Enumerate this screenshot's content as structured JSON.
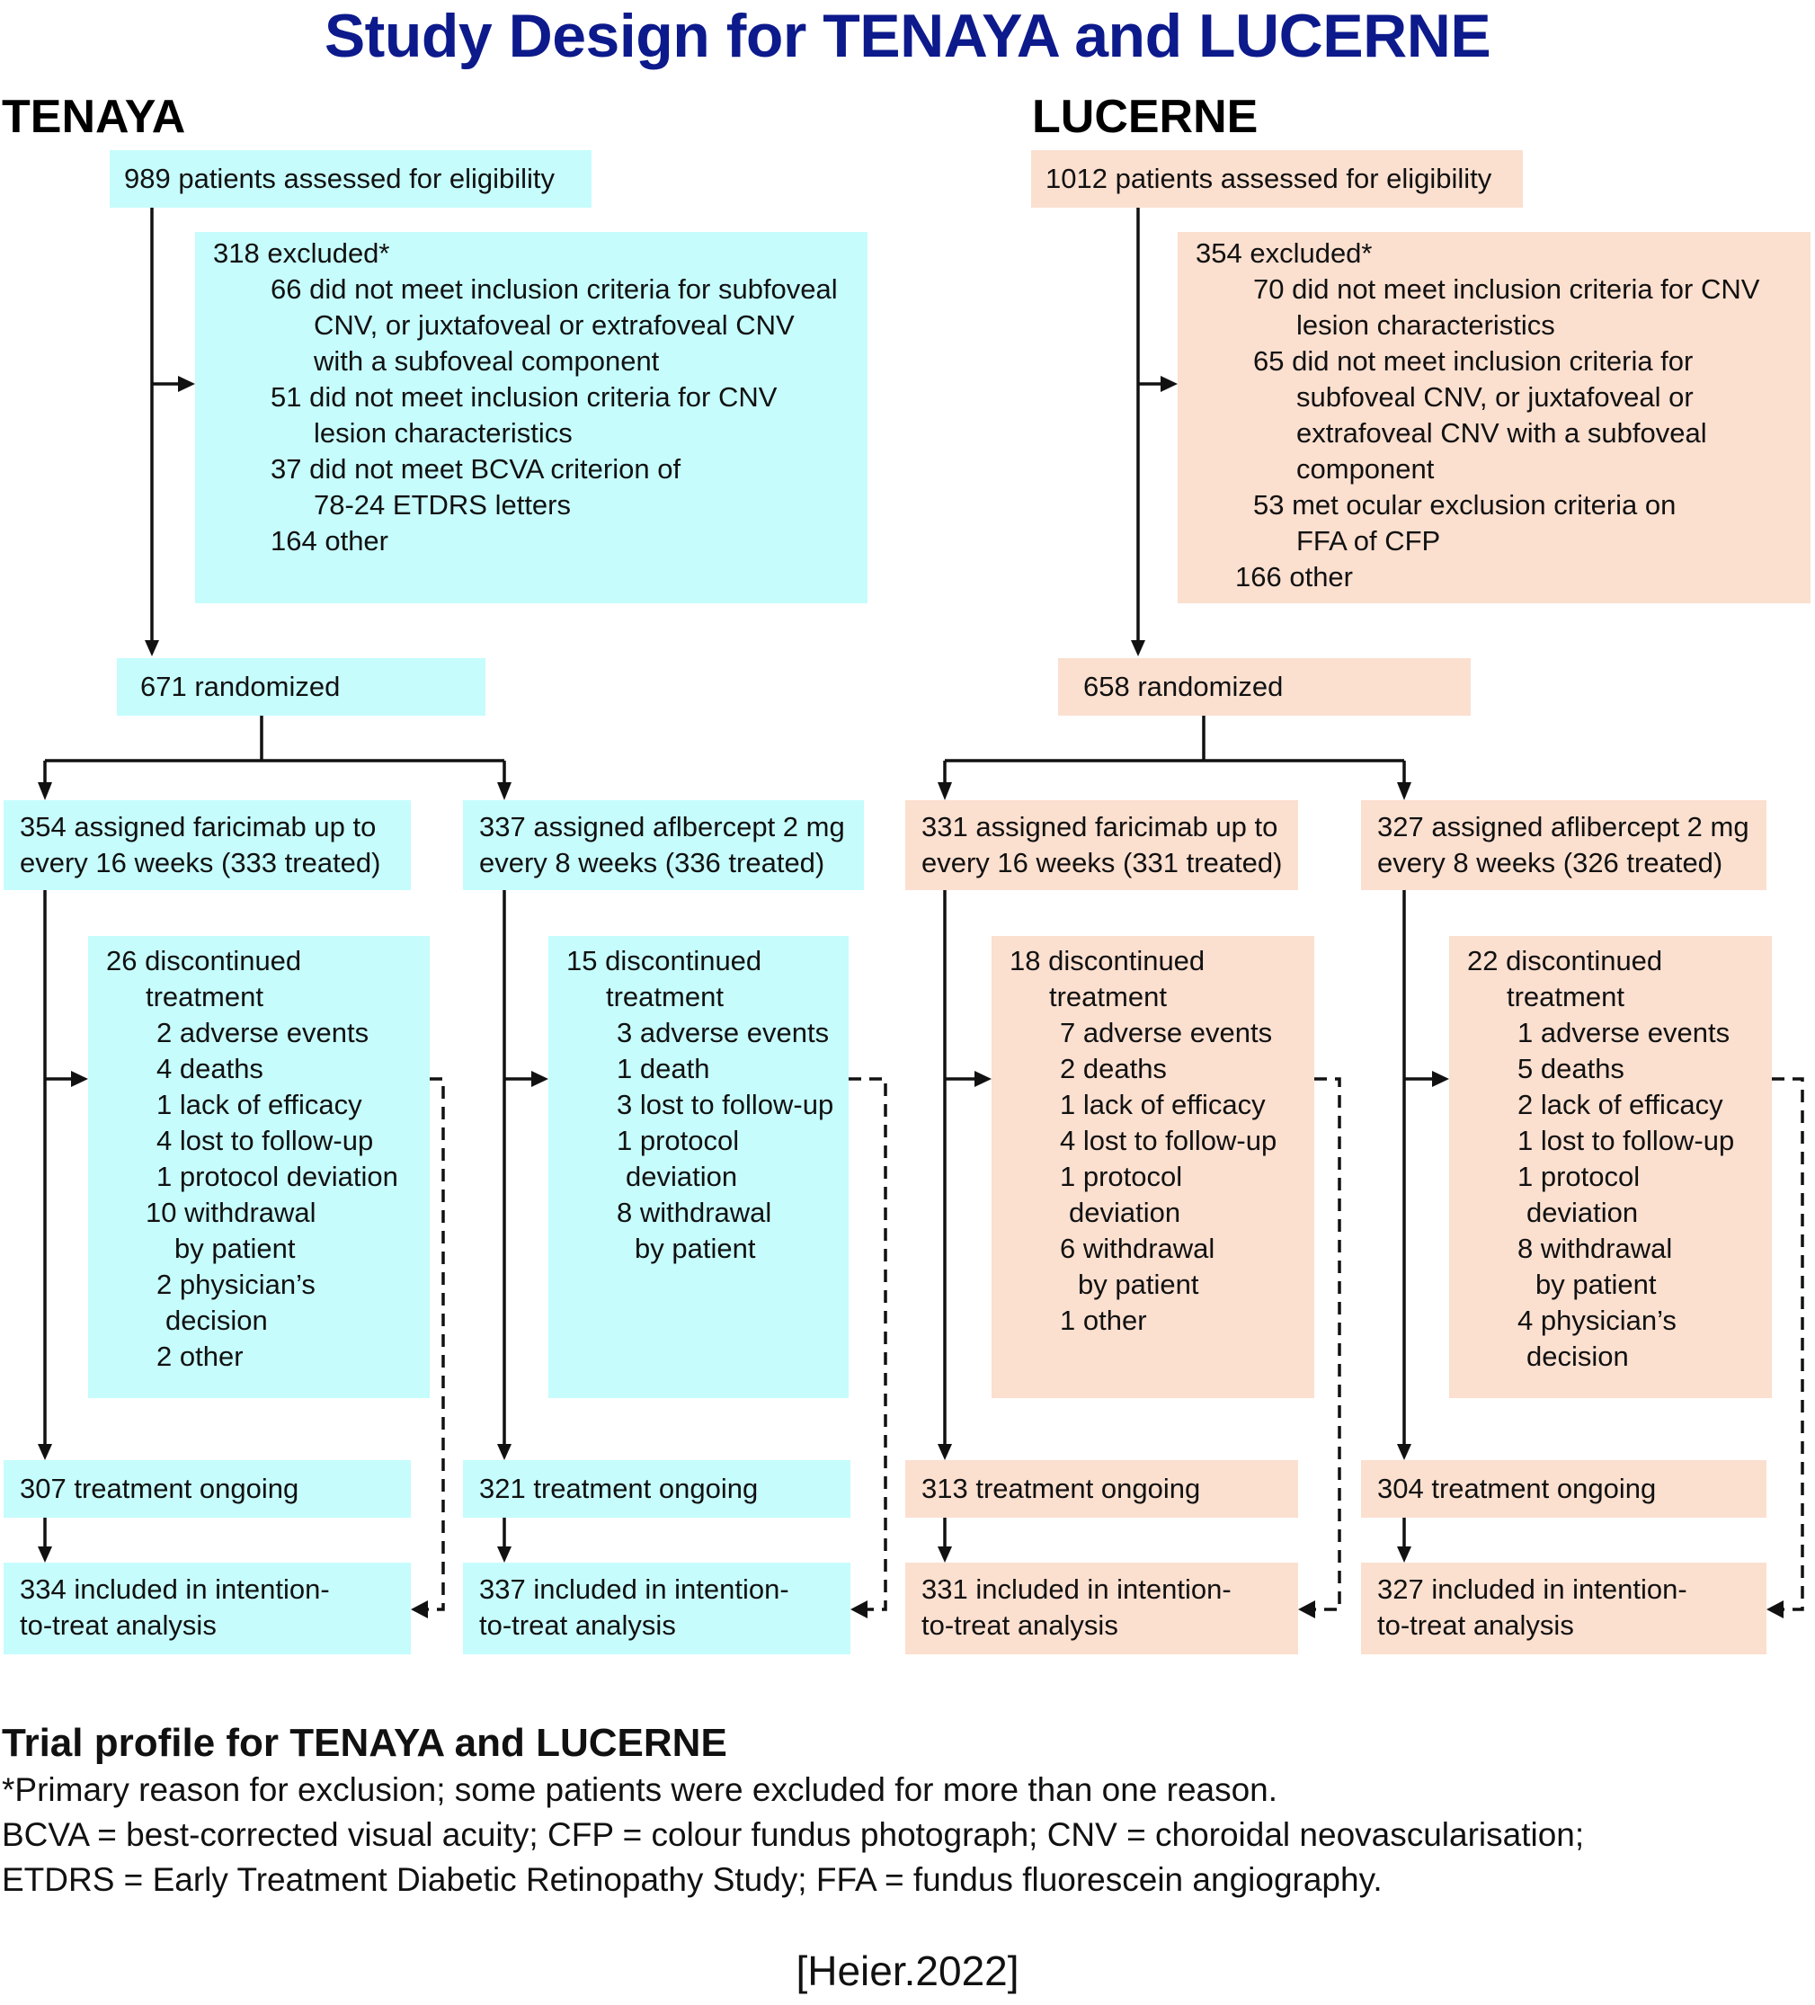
{
  "title": "Study Design for TENAYA and LUCERNE",
  "colors": {
    "title": "#0d1a8c",
    "tenaya_box": "#c6fcfc",
    "lucerne_box": "#fbdfcf",
    "line": "#111111"
  },
  "tenaya": {
    "label": "TENAYA",
    "assessed": "989 patients assessed for eligibility",
    "excluded": {
      "header": "318 excluded*",
      "items": [
        {
          "lines": [
            "66 did not meet inclusion criteria for subfoveal",
            "CNV, or juxtafoveal or extrafoveal CNV",
            "with a subfoveal component"
          ]
        },
        {
          "lines": [
            "51 did not meet inclusion criteria for CNV",
            "lesion characteristics"
          ]
        },
        {
          "lines": [
            "37 did not meet BCVA criterion of",
            "78-24 ETDRS letters"
          ]
        },
        {
          "lines": [
            "164 other"
          ]
        }
      ]
    },
    "randomized": "671 randomized",
    "arms": [
      {
        "assigned": [
          "354 assigned faricimab up to",
          "every 16 weeks (333 treated)"
        ],
        "discontinued": {
          "header": [
            "26 discontinued",
            "treatment"
          ],
          "items": [
            [
              "2 adverse events"
            ],
            [
              "4 deaths"
            ],
            [
              "1 lack of efficacy"
            ],
            [
              "4 lost to follow-up"
            ],
            [
              "1 protocol deviation"
            ],
            [
              "10 withdrawal",
              "by patient"
            ],
            [
              "2 physician’s",
              "decision"
            ],
            [
              "2 other"
            ]
          ]
        },
        "ongoing": "307 treatment ongoing",
        "itt": [
          "334 included in intention-",
          "to-treat analysis"
        ]
      },
      {
        "assigned": [
          "337 assigned aflbercept 2 mg",
          "every 8 weeks (336 treated)"
        ],
        "discontinued": {
          "header": [
            "15 discontinued",
            "treatment"
          ],
          "items": [
            [
              "3 adverse events"
            ],
            [
              "1 death"
            ],
            [
              "3 lost to follow-up"
            ],
            [
              "1 protocol",
              "deviation"
            ],
            [
              "8 withdrawal",
              "by patient"
            ]
          ]
        },
        "ongoing": "321 treatment ongoing",
        "itt": [
          "337 included in intention-",
          "to-treat analysis"
        ]
      }
    ]
  },
  "lucerne": {
    "label": "LUCERNE",
    "assessed": "1012 patients assessed for eligibility",
    "excluded": {
      "header": "354 excluded*",
      "items": [
        {
          "lines": [
            "70 did not meet inclusion criteria for CNV",
            "lesion characteristics"
          ]
        },
        {
          "lines": [
            "65 did not meet inclusion criteria for",
            "subfoveal CNV, or juxtafoveal or",
            "extrafoveal CNV with a subfoveal",
            "component"
          ]
        },
        {
          "lines": [
            "53 met ocular exclusion criteria on",
            "FFA of CFP"
          ]
        },
        {
          "lines": [
            "166 other"
          ]
        }
      ]
    },
    "randomized": "658 randomized",
    "arms": [
      {
        "assigned": [
          "331 assigned faricimab up to",
          "every 16 weeks (331 treated)"
        ],
        "discontinued": {
          "header": [
            "18 discontinued",
            "treatment"
          ],
          "items": [
            [
              "7 adverse events"
            ],
            [
              "2 deaths"
            ],
            [
              "1 lack of efficacy"
            ],
            [
              "4 lost to follow-up"
            ],
            [
              "1 protocol",
              "deviation"
            ],
            [
              "6 withdrawal",
              "by patient"
            ],
            [
              "1 other"
            ]
          ]
        },
        "ongoing": "313 treatment ongoing",
        "itt": [
          "331 included in intention-",
          "to-treat analysis"
        ]
      },
      {
        "assigned": [
          "327 assigned aflibercept 2 mg",
          "every 8 weeks (326 treated)"
        ],
        "discontinued": {
          "header": [
            "22 discontinued",
            "treatment"
          ],
          "items": [
            [
              "1 adverse events"
            ],
            [
              "5 deaths"
            ],
            [
              "2 lack of efficacy"
            ],
            [
              "1 lost to follow-up"
            ],
            [
              "1 protocol",
              "deviation"
            ],
            [
              "8 withdrawal",
              "by patient"
            ],
            [
              "4 physician’s",
              "decision"
            ]
          ]
        },
        "ongoing": "304 treatment ongoing",
        "itt": [
          "327 included in intention-",
          "to-treat analysis"
        ]
      }
    ]
  },
  "footer": {
    "title": "Trial profile for TENAYA and LUCERNE",
    "lines": [
      "*Primary reason for exclusion; some patients were excluded for more than one reason.",
      "BCVA = best-corrected visual acuity; CFP = colour fundus photograph; CNV = choroidal neovascularisation;",
      "ETDRS = Early Treatment Diabetic Retinopathy Study; FFA = fundus fluorescein angiography."
    ],
    "citation": "[Heier.2022]"
  }
}
